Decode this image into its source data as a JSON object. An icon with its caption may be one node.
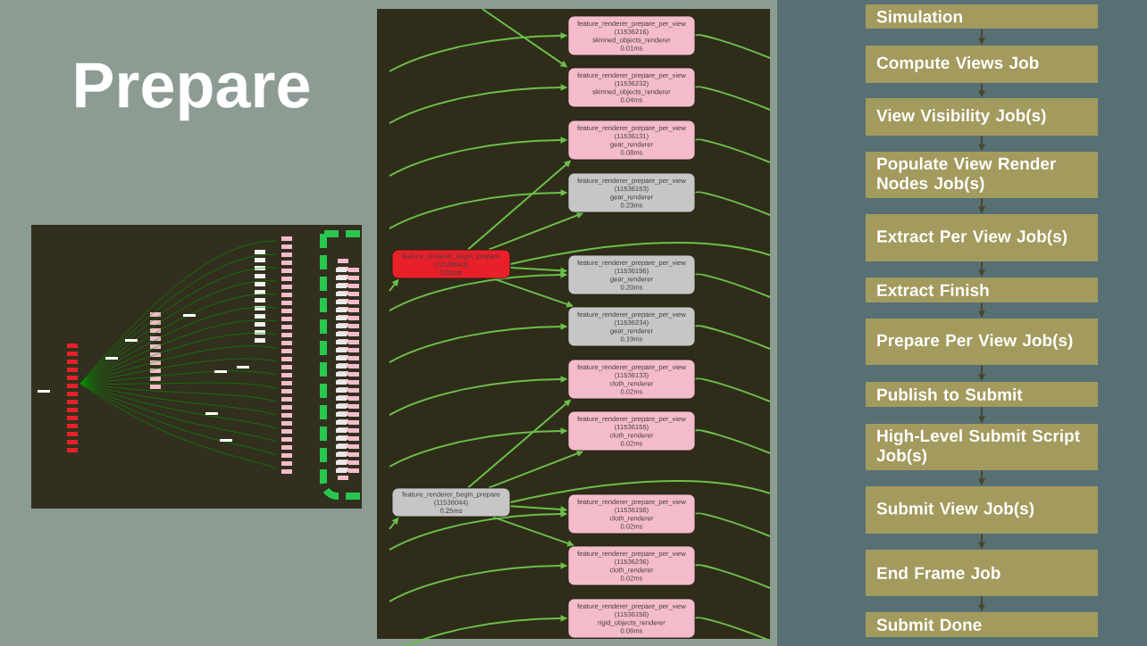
{
  "diagram": {
    "title": "Prepare",
    "nodes": [
      {
        "text": [
          "feature_renderer_prepare_per_view",
          "(11536216)",
          "skinned_objects_renderer",
          "0.01ms"
        ]
      },
      {
        "text": [
          "feature_renderer_prepare_per_view",
          "(11536232)",
          "skinned_objects_renderer",
          "0.04ms"
        ]
      },
      {
        "text": [
          "feature_renderer_prepare_per_view",
          "(11536131)",
          "gear_renderer",
          "0.08ms"
        ]
      },
      {
        "text": [
          "feature_renderer_prepare_per_view",
          "(11536153)",
          "gear_renderer",
          "0.23ms"
        ]
      },
      {
        "text": [
          "feature_renderer_begin_prepare",
          "(11536043)",
          "0.01ms"
        ]
      },
      {
        "text": [
          "feature_renderer_prepare_per_view",
          "(11536196)",
          "gear_renderer",
          "0.20ms"
        ]
      },
      {
        "text": [
          "feature_renderer_prepare_per_view",
          "(11536234)",
          "gear_renderer",
          "0.19ms"
        ]
      },
      {
        "text": [
          "feature_renderer_prepare_per_view",
          "(11536133)",
          "cloth_renderer",
          "0.02ms"
        ]
      },
      {
        "text": [
          "feature_renderer_prepare_per_view",
          "(11536155)",
          "cloth_renderer",
          "0.02ms"
        ]
      },
      {
        "text": [
          "feature_renderer_begin_prepare",
          "(11536044)",
          "0.25ms"
        ]
      },
      {
        "text": [
          "feature_renderer_prepare_per_view",
          "(11536198)",
          "cloth_renderer",
          "0.02ms"
        ]
      },
      {
        "text": [
          "feature_renderer_prepare_per_view",
          "(11536236)",
          "cloth_renderer",
          "0.02ms"
        ]
      },
      {
        "text": [
          "feature_renderer_prepare_per_view",
          "(11536158)",
          "rigid_objects_renderer",
          "0.06ms"
        ]
      },
      {
        "text": [
          "Simulation"
        ]
      },
      {
        "text": [
          "Compute Views Job"
        ]
      },
      {
        "text": [
          "View Visibility Job(s)"
        ]
      },
      {
        "text": [
          "Populate View Render Nodes Job(s)"
        ]
      },
      {
        "text": [
          "Extract Per View Job(s)"
        ]
      },
      {
        "text": [
          "Extract Finish"
        ]
      },
      {
        "text": [
          "Prepare Per View Job(s)"
        ]
      },
      {
        "text": [
          "Publish to Submit"
        ]
      },
      {
        "text": [
          "High-Level Submit Script Job(s)"
        ]
      },
      {
        "text": [
          "Submit View Job(s)"
        ]
      },
      {
        "text": [
          "End Frame Job"
        ]
      },
      {
        "text": [
          "Submit Done"
        ]
      }
    ],
    "edges": [
      {
        "from": 4,
        "to": 5,
        "arrow": "to"
      },
      {
        "from": 4,
        "to": 6,
        "arrow": "to"
      },
      {
        "from": 4,
        "to": 2,
        "arrow": "to"
      },
      {
        "from": 4,
        "to": 3,
        "arrow": "to"
      },
      {
        "from": 9,
        "to": 10,
        "arrow": "to"
      },
      {
        "from": 9,
        "to": 11,
        "arrow": "to"
      },
      {
        "from": 9,
        "to": 7,
        "arrow": "to"
      },
      {
        "from": 9,
        "to": 8,
        "arrow": "to"
      },
      {
        "from": null,
        "to": 0,
        "arrow": "to"
      },
      {
        "from": null,
        "to": 1,
        "arrow": "to"
      },
      {
        "from": null,
        "to": 1,
        "arrow": "to"
      },
      {
        "from": null,
        "to": 2,
        "arrow": "to"
      },
      {
        "from": null,
        "to": 3,
        "arrow": "to"
      },
      {
        "from": null,
        "to": 4,
        "arrow": "to"
      },
      {
        "from": null,
        "to": 5,
        "arrow": "to"
      },
      {
        "from": null,
        "to": 6,
        "arrow": "to"
      },
      {
        "from": null,
        "to": 7,
        "arrow": "to"
      },
      {
        "from": null,
        "to": 8,
        "arrow": "to"
      },
      {
        "from": null,
        "to": 9,
        "arrow": "to"
      },
      {
        "from": null,
        "to": 10,
        "arrow": "to"
      },
      {
        "from": null,
        "to": 11,
        "arrow": "to"
      },
      {
        "from": null,
        "to": 12,
        "arrow": "to"
      },
      {
        "from": 0,
        "to": null,
        "arrow": "none"
      },
      {
        "from": 1,
        "to": null,
        "arrow": "none"
      },
      {
        "from": 2,
        "to": null,
        "arrow": "none"
      },
      {
        "from": 3,
        "to": null,
        "arrow": "none"
      },
      {
        "from": 4,
        "to": null,
        "arrow": "none"
      },
      {
        "from": 5,
        "to": null,
        "arrow": "none"
      },
      {
        "from": 6,
        "to": null,
        "arrow": "none"
      },
      {
        "from": 7,
        "to": null,
        "arrow": "none"
      },
      {
        "from": 8,
        "to": null,
        "arrow": "none"
      },
      {
        "from": 9,
        "to": null,
        "arrow": "none"
      },
      {
        "from": 10,
        "to": null,
        "arrow": "none"
      },
      {
        "from": 11,
        "to": null,
        "arrow": "none"
      },
      {
        "from": 12,
        "to": null,
        "arrow": "none"
      },
      {
        "from": 13,
        "to": 14,
        "arrow": "to",
        "color": "#4a452c"
      },
      {
        "from": 14,
        "to": 15,
        "arrow": "to",
        "color": "#4a452c"
      },
      {
        "from": 15,
        "to": 16,
        "arrow": "to",
        "color": "#4a452c"
      },
      {
        "from": 16,
        "to": 17,
        "arrow": "to",
        "color": "#4a452c"
      },
      {
        "from": 17,
        "to": 18,
        "arrow": "to",
        "color": "#4a452c"
      },
      {
        "from": 18,
        "to": 19,
        "arrow": "to",
        "color": "#4a452c"
      },
      {
        "from": 19,
        "to": 20,
        "arrow": "to",
        "color": "#4a452c"
      },
      {
        "from": 20,
        "to": 21,
        "arrow": "to",
        "color": "#4a452c"
      },
      {
        "from": 21,
        "to": 22,
        "arrow": "to",
        "color": "#4a452c"
      },
      {
        "from": 22,
        "to": 23,
        "arrow": "to",
        "color": "#4a452c"
      },
      {
        "from": 23,
        "to": 24,
        "arrow": "to",
        "color": "#4a452c"
      }
    ]
  }
}
